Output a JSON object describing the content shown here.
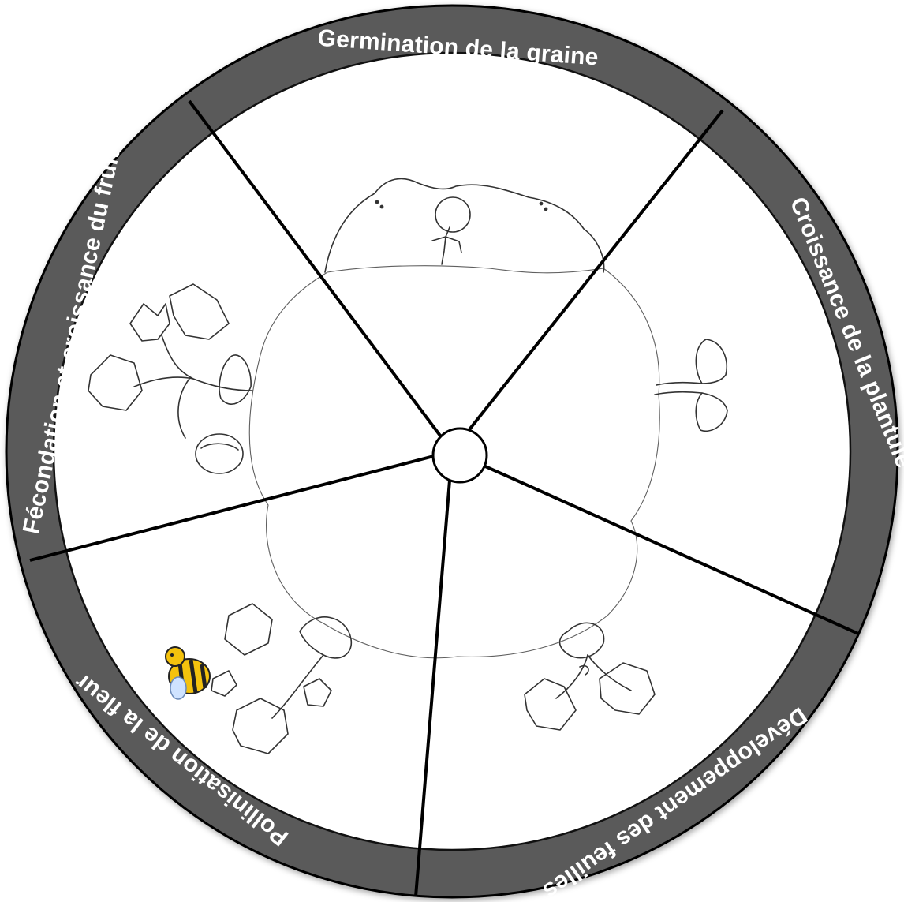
{
  "wheel": {
    "title": "",
    "ring_color": "#5a5a5a",
    "border_color": "#000000",
    "label_color": "#ffffff",
    "stages": [
      {
        "id": "germination",
        "label": "Germination de la graine",
        "illustration": "germinating-seed"
      },
      {
        "id": "seedling",
        "label": "Croissance de la plantule",
        "illustration": "seedling"
      },
      {
        "id": "leaves",
        "label": "Développement des feuilles",
        "illustration": "leafy-vine"
      },
      {
        "id": "pollination",
        "label": "Pollinisation de la fleur",
        "illustration": "bee-and-flowering-vine"
      },
      {
        "id": "fruit",
        "label": "Fécondation et croissance du fruit",
        "illustration": "vine-with-fruit"
      }
    ]
  }
}
